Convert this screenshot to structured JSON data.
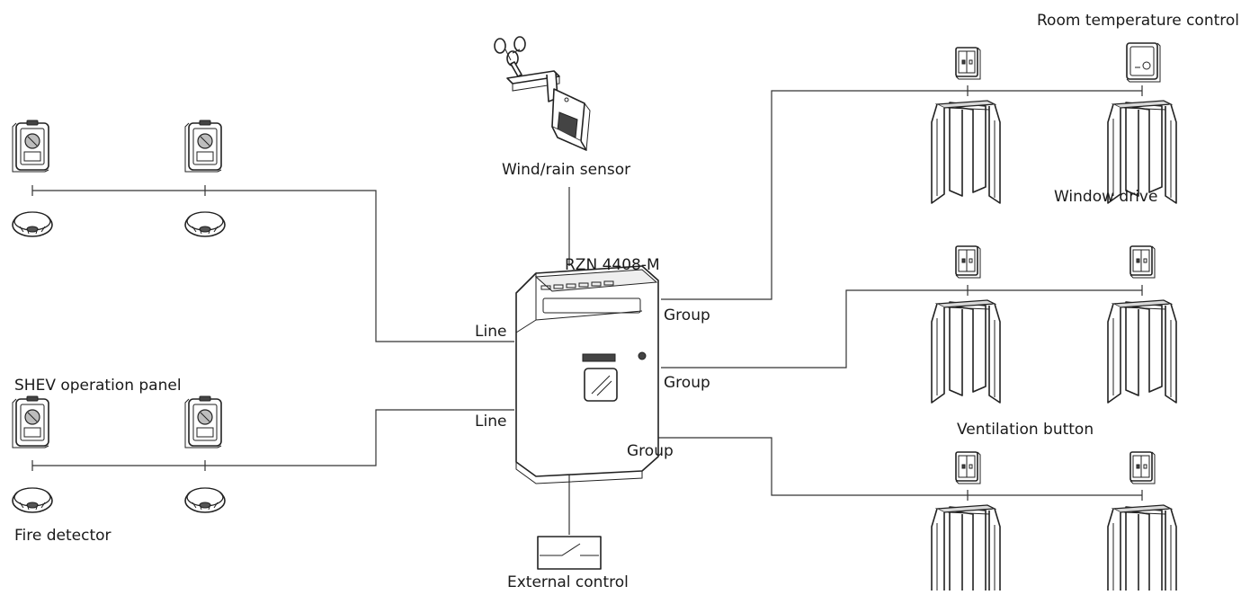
{
  "labels": {
    "room_temperature_control": "Room temperature control",
    "wind_rain_sensor": "Wind/rain sensor",
    "window_drive": "Window drive",
    "controller_model": "RZN 4408-M",
    "line_top": "Line",
    "line_bottom": "Line",
    "group_1": "Group",
    "group_2": "Group",
    "group_3": "Group",
    "shev_operation_panel": "SHEV operation panel",
    "ventilation_button": "Ventilation button",
    "fire_detector": "Fire detector",
    "external_control": "External control"
  }
}
